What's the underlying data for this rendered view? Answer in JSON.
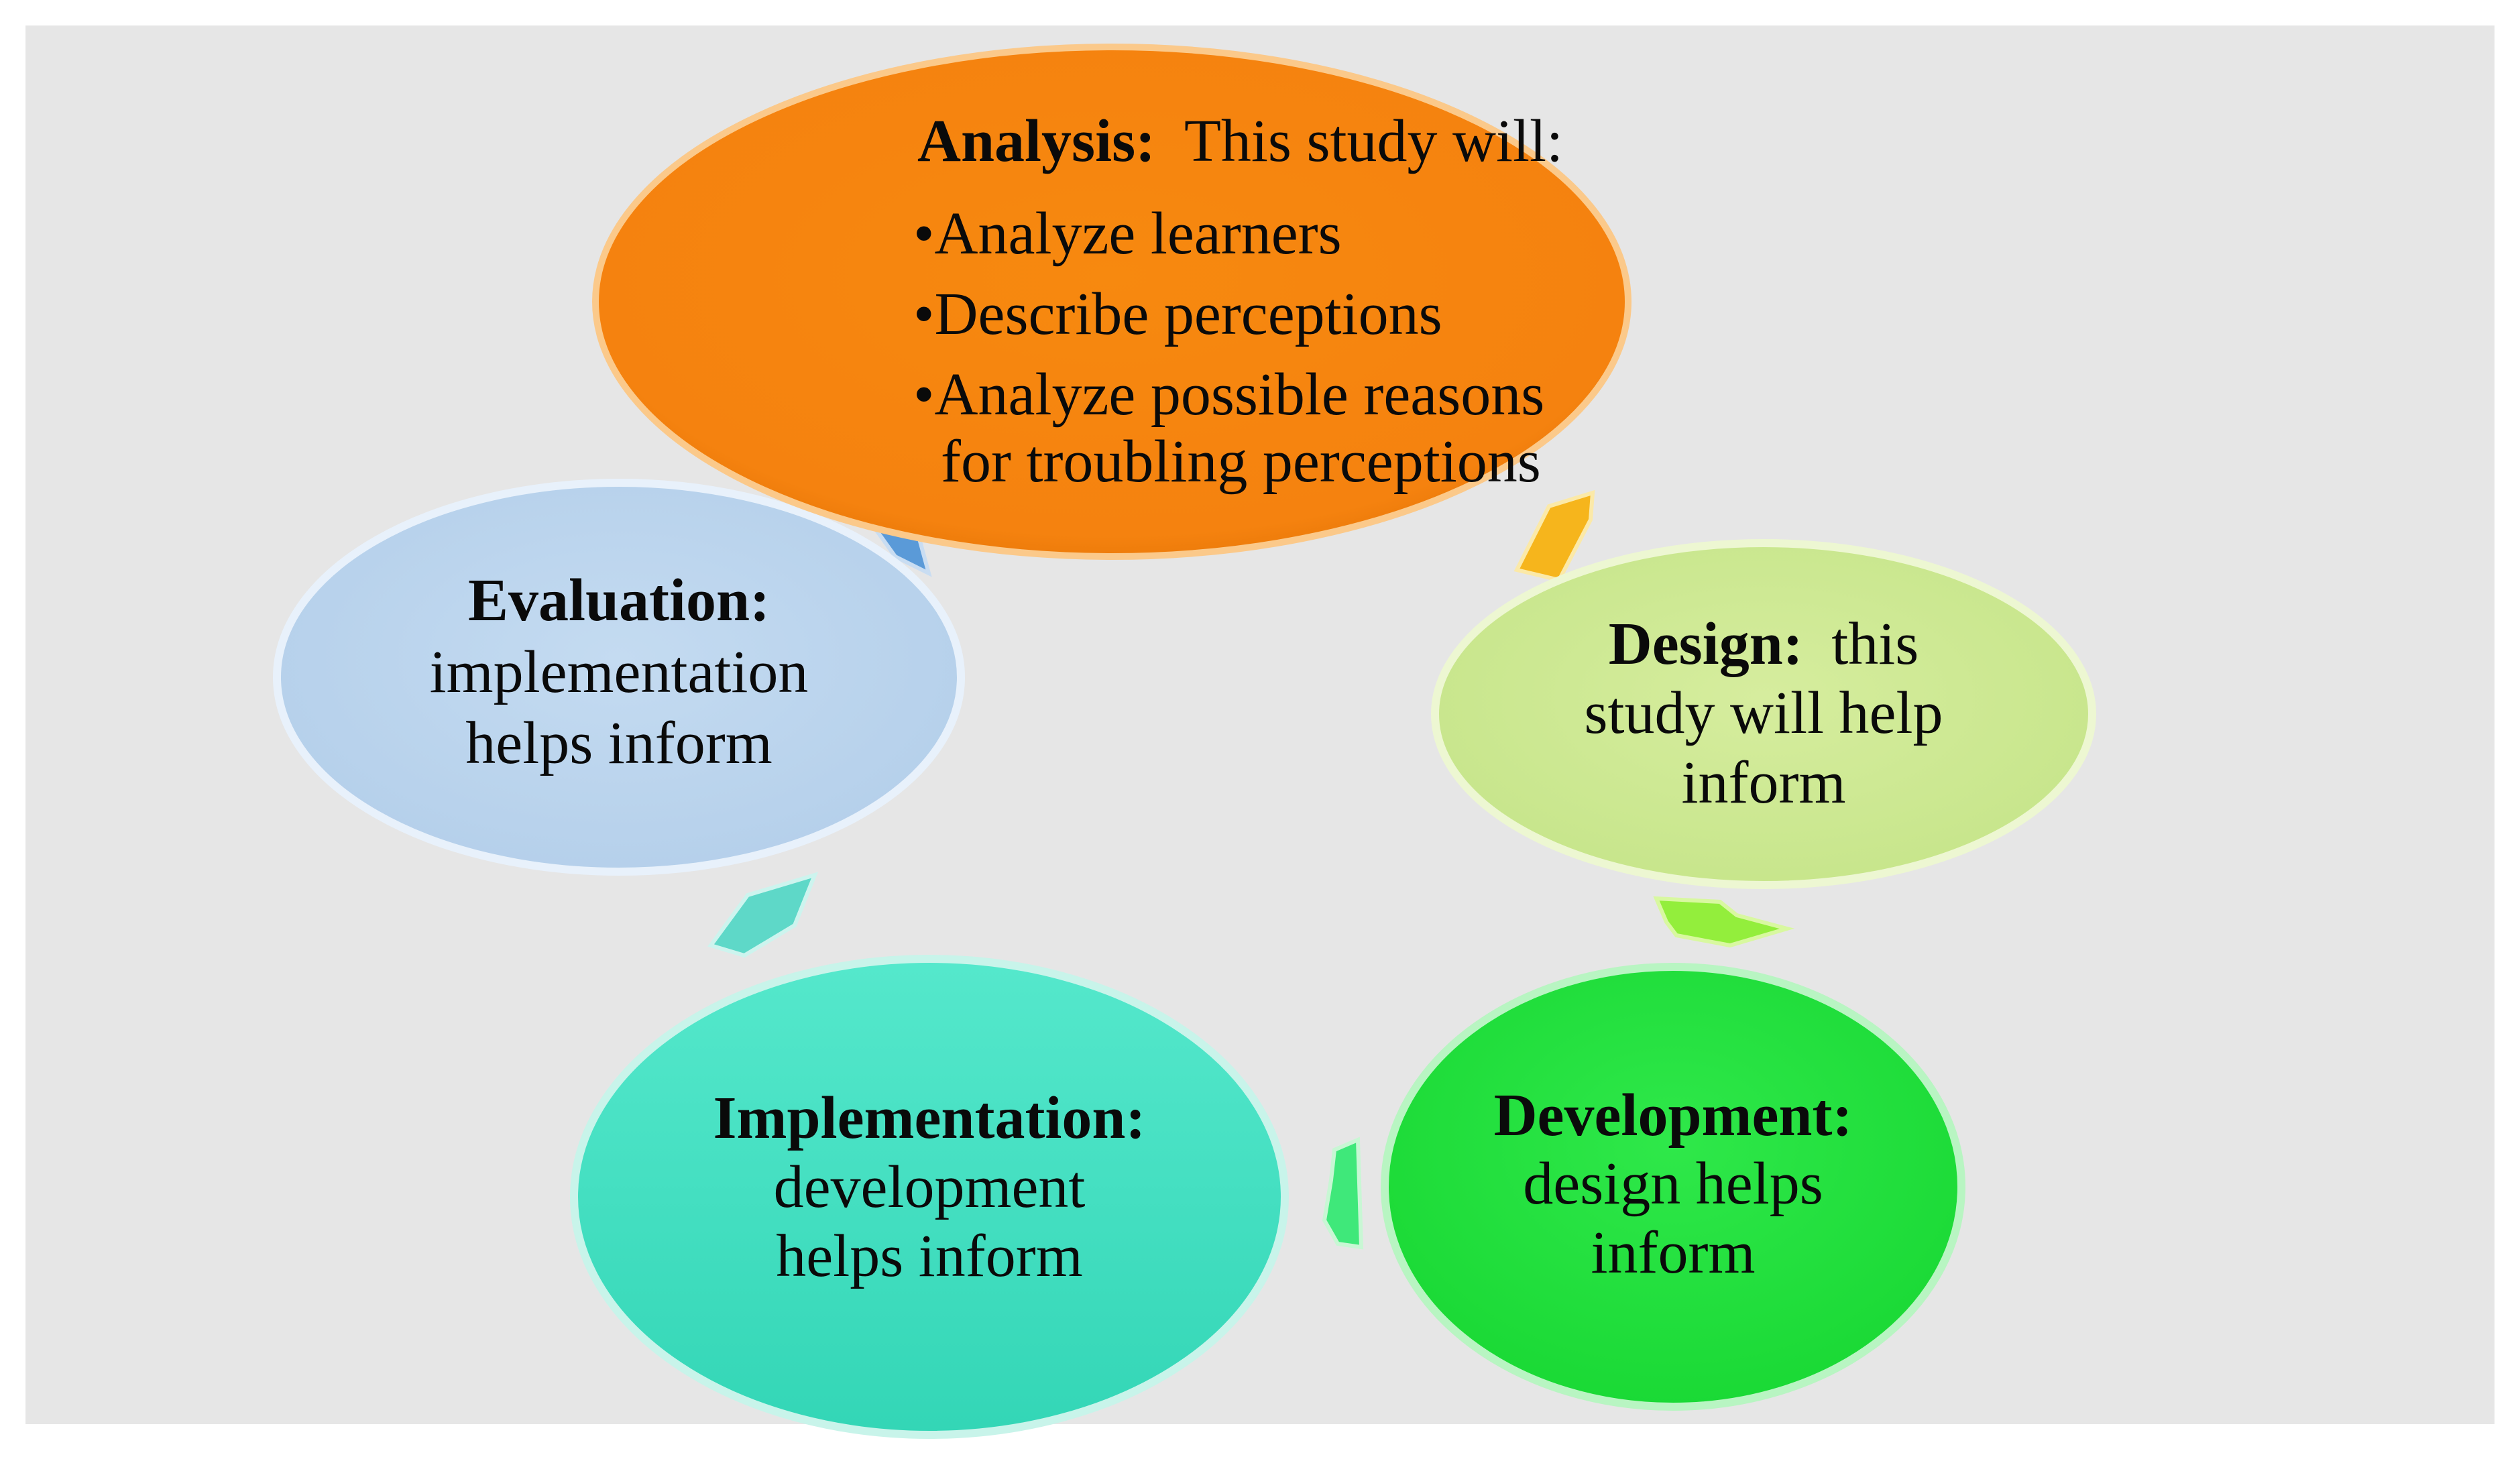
{
  "nodes": {
    "analysis": {
      "heading": "Analysis:",
      "intro": "This study will:",
      "bullets": [
        "•Analyze learners",
        "•Describe perceptions",
        "•Analyze possible reasons"
      ],
      "bullet_continuation": "for troubling perceptions",
      "color": "#f5820f"
    },
    "design": {
      "heading": "Design:",
      "line1_rest": "this",
      "line2": "study will help",
      "line3": "inform",
      "color": "#d3eb9c"
    },
    "development": {
      "heading": "Development:",
      "line2": "design helps",
      "line3": "inform",
      "color": "#22e63c"
    },
    "implementation": {
      "heading": "Implementation:",
      "line2": "development",
      "line3": "helps inform",
      "color": "#3fe0c2"
    },
    "evaluation": {
      "heading": "Evaluation:",
      "line2": "implementation",
      "line3": "helps inform",
      "color": "#bcd5ee"
    }
  },
  "arrows": [
    {
      "name": "analysis-to-design-arrow",
      "color": "#f7b81a"
    },
    {
      "name": "design-to-development-arrow",
      "color": "#93ee3c"
    },
    {
      "name": "development-to-implementation-arrow",
      "color": "#3fe87a"
    },
    {
      "name": "implementation-to-evaluation-arrow",
      "color": "#5ed8c8"
    },
    {
      "name": "evaluation-to-analysis-arrow",
      "color": "#5a9ad8"
    }
  ],
  "background_color": "#e6e6e6"
}
